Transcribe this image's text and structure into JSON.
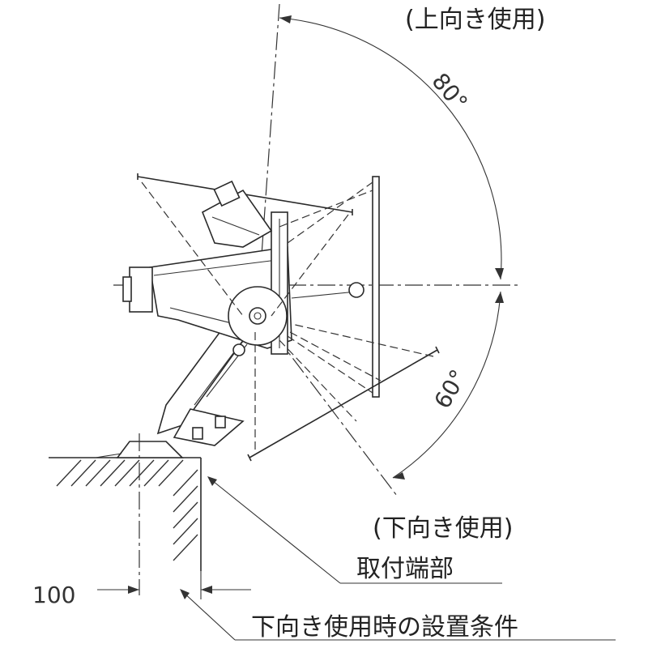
{
  "labels": {
    "upward_use": "(上向き使用)",
    "downward_use": "(下向き使用)",
    "mounting_end": "取付端部",
    "downward_condition": "下向き使用時の設置条件"
  },
  "dimensions": {
    "up_angle": "80°",
    "down_angle": "60°",
    "clearance": "100"
  },
  "colors": {
    "line": "#2a2a2a",
    "background": "#ffffff"
  }
}
